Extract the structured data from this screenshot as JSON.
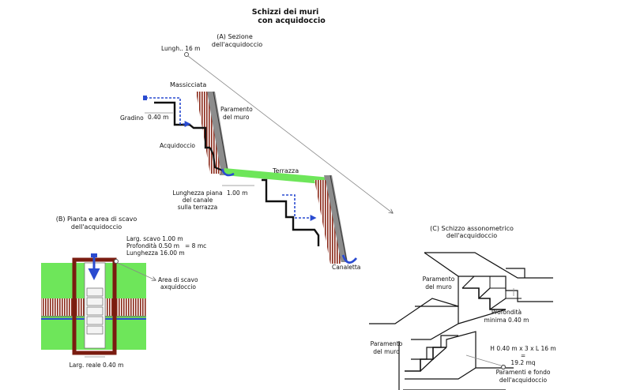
{
  "title_line1": "Schizzi dei muri",
  "title_line2": "con acquidoccio",
  "section_a": {
    "heading_line1": "(A) Sezione",
    "heading_line2": "dell'acquidoccio",
    "length": "Lungh.. 16 m",
    "massicciata": "Massicciata",
    "paramento_line1": "Paramento",
    "paramento_line2": "del muro",
    "gradino": "Gradino",
    "gradino_size": "0.40 m",
    "acquidoccio": "Acquidoccio",
    "terrazza": "Terrazza",
    "lunghezza_line1": "Lunghezza piana",
    "lunghezza_line2": "del canale",
    "lunghezza_line3": "sulla terrazza",
    "lunghezza_value": "1.00 m",
    "canaletta": "Canaletta"
  },
  "section_b": {
    "heading_line1": "(B) Pianta e area di scavo",
    "heading_line2": "dell'acquidoccio",
    "larg_scavo": "Larg. scavo 1.00 m",
    "profondita": "Profondità 0.50 m",
    "lunghezza": "Lunghezza 16.00 m",
    "volume": "= 8 mc",
    "area_line1": "Area di scavo",
    "area_line2": "axquidoccio",
    "larg_reale": "Larg. reale 0.40 m"
  },
  "section_c": {
    "heading_line1": "(C) Schizzo assonometrico",
    "heading_line2": "dell'acquidoccio",
    "paramento_top_line1": "Paramento",
    "paramento_top_line2": "del muro",
    "profondita_line1": "Profondità",
    "profondita_line2": "minima 0.40 m",
    "paramento_bottom_line1": "Paramento",
    "paramento_bottom_line2": "del muro",
    "formula_line1": "H 0.40 m x 3 x L 16 m",
    "formula_line2": "=",
    "formula_line3": "19.2 mq",
    "paramenti_line1": "Paramenti e fondo",
    "paramenti_line2": "dell'acquidoccio"
  },
  "colors": {
    "terrace_green": "#6ee65a",
    "wall_stripe": "#8b2a1a",
    "wall_gray": "#8c8c8c",
    "water_blue": "#2a4bd0",
    "frame_brown": "#7a1c10"
  }
}
